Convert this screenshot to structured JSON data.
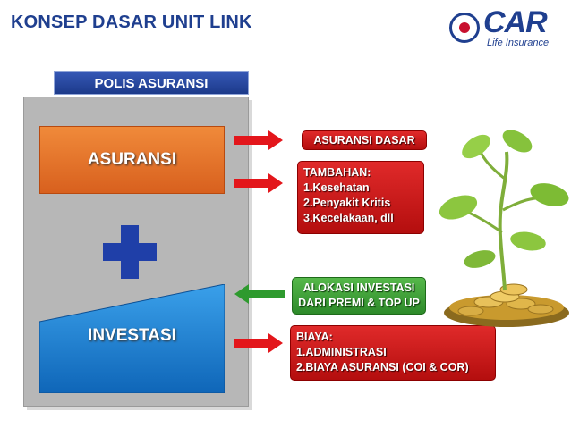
{
  "title": "KONSEP DASAR UNIT LINK",
  "logo": {
    "brand": "CAR",
    "subtitle": "Life Insurance",
    "colors": {
      "navy": "#1f3f8f",
      "red": "#c8102e"
    }
  },
  "polis": {
    "header": "POLIS ASURANSI"
  },
  "asuransi": {
    "label": "ASURANSI",
    "color": "#e8742c"
  },
  "investasi": {
    "label": "INVESTASI",
    "color": "#1a7fd4"
  },
  "plus_icon": "plus-icon",
  "asuransi_dasar": {
    "label": "ASURANSI DASAR"
  },
  "tambahan": {
    "heading": "TAMBAHAN:",
    "items": [
      "1.Kesehatan",
      "2.Penyakit Kritis",
      "3.Kecelakaan, dll"
    ]
  },
  "alokasi": {
    "line1": "ALOKASI INVESTASI",
    "line2": "DARI PREMI & TOP UP",
    "color": "#3fa23a"
  },
  "biaya": {
    "heading": "BIAYA:",
    "items": [
      "1.ADMINISTRASI",
      "2.BIAYA ASURANSI (COI & COR)"
    ]
  },
  "arrows": {
    "red": "#e3161b",
    "green": "#2e9a2e"
  },
  "illustration": "plant-coins-icon"
}
